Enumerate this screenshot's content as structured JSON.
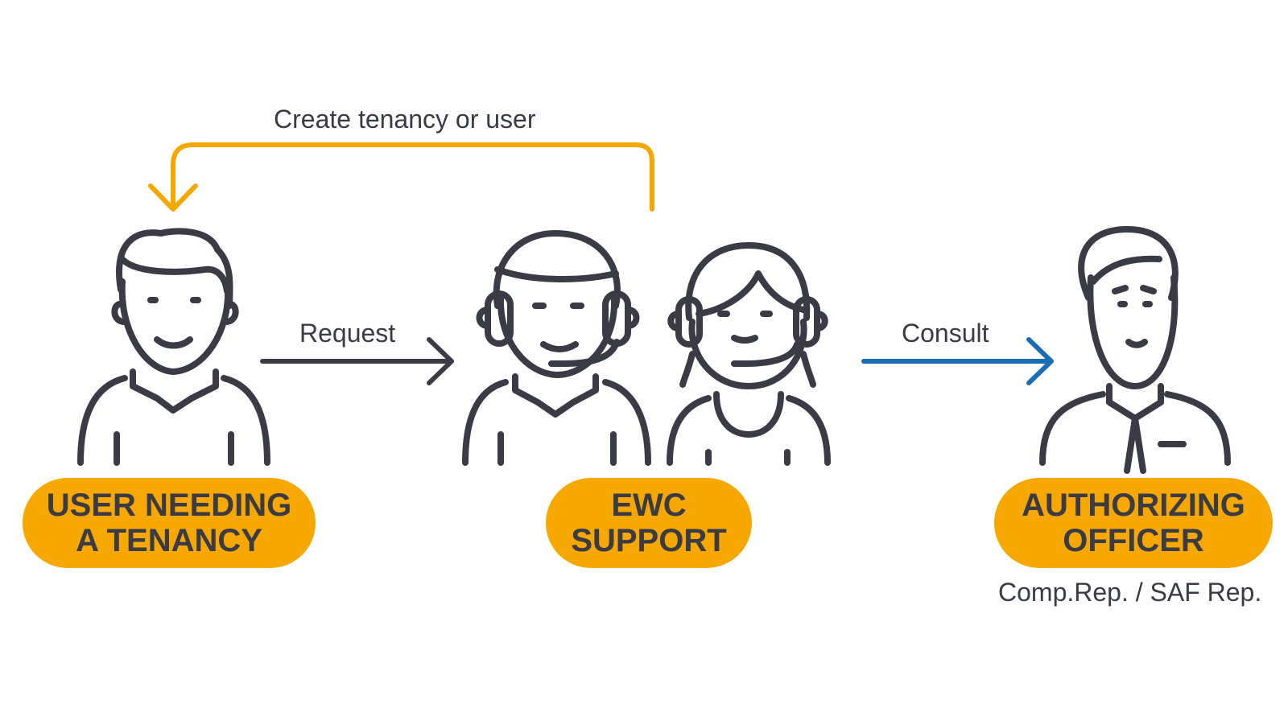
{
  "colors": {
    "ink": "#3a3b45",
    "accent_orange": "#f7a800",
    "accent_blue": "#1a6db5"
  },
  "flows": {
    "create": "Create tenancy or user",
    "request": "Request",
    "consult": "Consult"
  },
  "actors": {
    "user": {
      "line1": "USER NEEDING",
      "line2": "A TENANCY",
      "icon": "person-icon"
    },
    "support": {
      "line1": "EWC",
      "line2": "SUPPORT",
      "icon": "headset-agents-icon"
    },
    "officer": {
      "line1": "AUTHORIZING",
      "line2": "OFFICER",
      "subtitle": "Comp.Rep. / SAF Rep.",
      "icon": "businessman-icon"
    }
  }
}
